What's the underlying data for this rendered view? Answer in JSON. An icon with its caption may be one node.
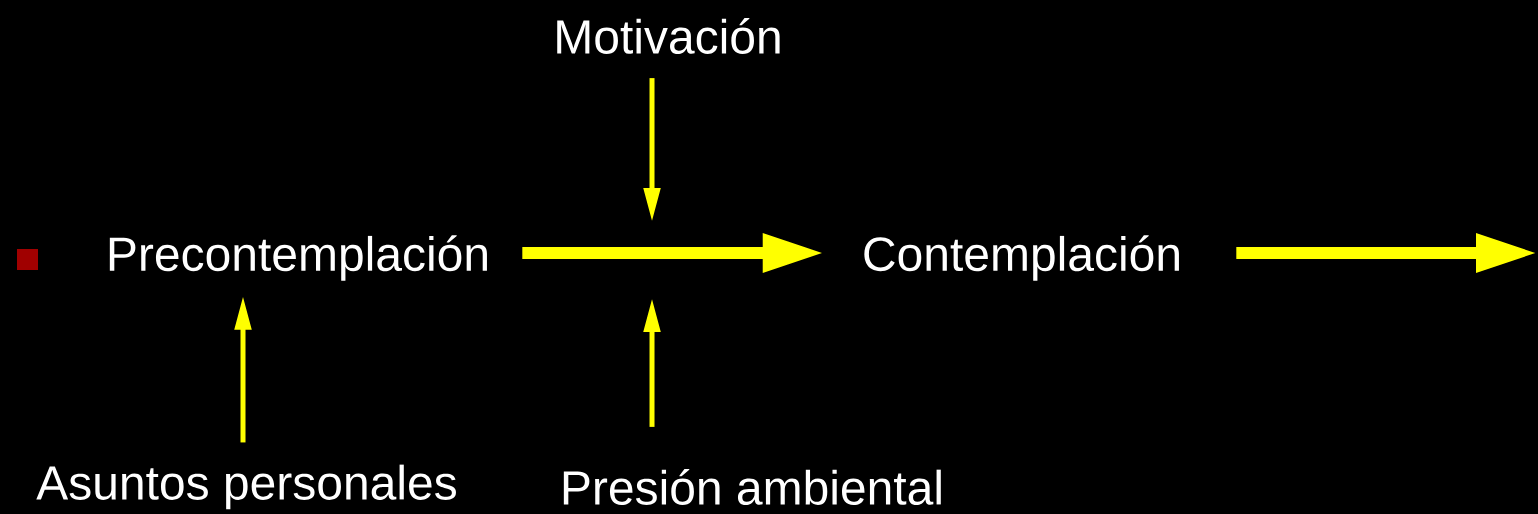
{
  "diagram": {
    "nodes": [
      {
        "text": [
          "Motivación"
        ]
      },
      {
        "text": [
          "Precontemplación"
        ]
      },
      {
        "text": [
          "Contemplación"
        ]
      },
      {
        "text": [
          "Asuntos personales"
        ]
      },
      {
        "text": [
          "Presión ambiental"
        ]
      }
    ],
    "edges": [
      {
        "from": 1,
        "to": 2,
        "arrow": "to",
        "style": "thick"
      },
      {
        "from": 2,
        "to": null,
        "arrow": "to",
        "style": "thick"
      },
      {
        "from": 0,
        "to": null,
        "arrow": "to"
      },
      {
        "from": 3,
        "to": 1,
        "arrow": "to"
      },
      {
        "from": 4,
        "to": null,
        "arrow": "to"
      }
    ]
  }
}
